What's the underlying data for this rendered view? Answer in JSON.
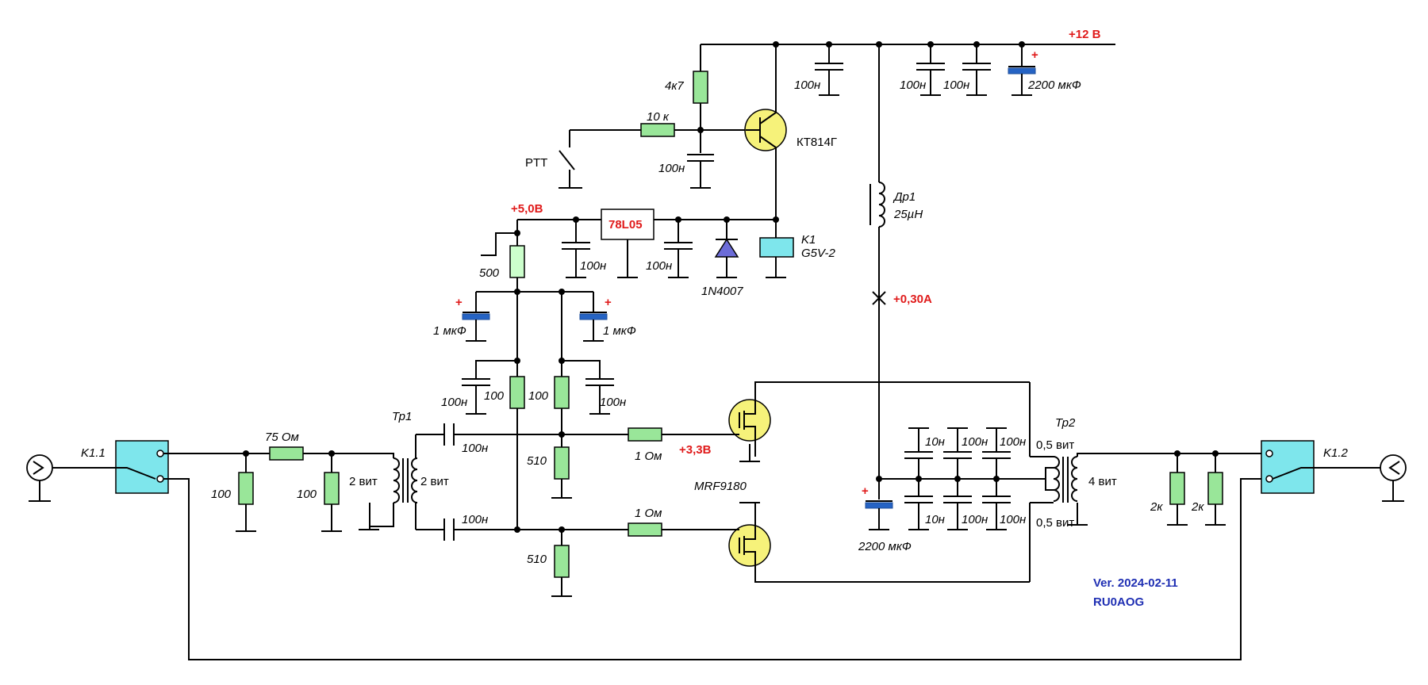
{
  "rails": {
    "v12": "+12 В",
    "v5": "+5,0В",
    "v33": "+3,3В",
    "current": "+0,30А"
  },
  "parts": {
    "r_4k7": "4к7",
    "r_10k": "10 к",
    "c_100n": "100н",
    "c_2200": "2200 мкФ",
    "transistor": "КТ814Г",
    "ptt": "PTT",
    "reg": "78L05",
    "diode": "1N4007",
    "relay_k1": "K1",
    "relay_model": "G5V-2",
    "choke": "Др1",
    "choke_val": "25µH",
    "pot_500": "500",
    "c_1u": "1 мкФ",
    "r_100": "100",
    "r_510": "510",
    "r_1ohm": "1 Ом",
    "r_75": "75 Ом",
    "tp1": "Тр1",
    "turns2": "2 вит",
    "tp2": "Тр2",
    "turns05": "0,5 вит",
    "turns4": "4 вит",
    "c_10n": "10н",
    "mosfet": "MRF9180",
    "r_2k": "2к",
    "k11": "K1.1",
    "k12": "K1.2"
  },
  "version": {
    "ver": "Ver. 2024-02-11",
    "author": "RU0AOG"
  },
  "colors": {
    "resistor": "#99e699",
    "relay": "#7ee6ec",
    "mosfet": "#f6f27a",
    "electrolytic": "#2563c4",
    "rail_label": "#e01b1b",
    "version_label": "#1f2fb3"
  }
}
